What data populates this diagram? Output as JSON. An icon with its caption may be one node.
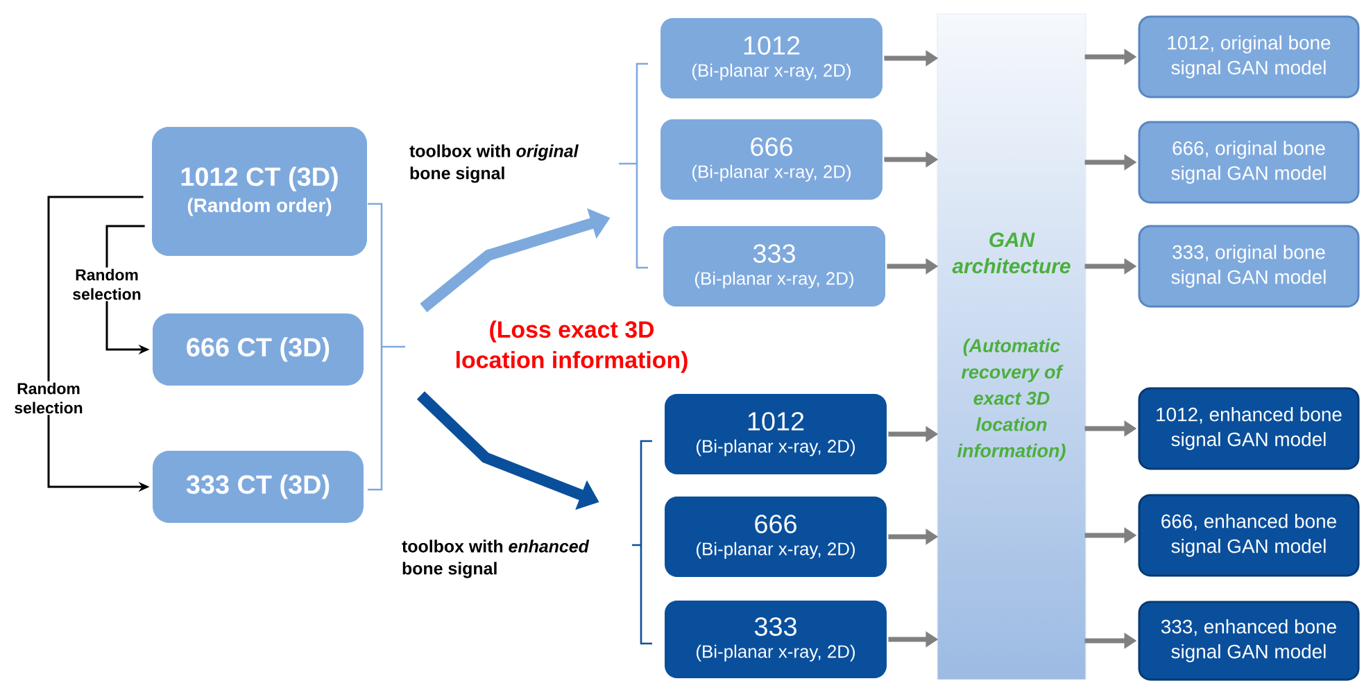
{
  "diagram": {
    "nodes": [
      {
        "text": [
          "1012 CT (3D)",
          "(Random order)"
        ]
      },
      {
        "text": [
          "666 CT (3D)"
        ]
      },
      {
        "text": [
          "333 CT (3D)"
        ]
      },
      {
        "text": [
          "1012",
          "(Bi-planar x-ray, 2D)"
        ]
      },
      {
        "text": [
          "666",
          "(Bi-planar x-ray, 2D)"
        ]
      },
      {
        "text": [
          "333",
          "(Bi-planar x-ray, 2D)"
        ]
      },
      {
        "text": [
          "1012",
          "(Bi-planar x-ray, 2D)"
        ]
      },
      {
        "text": [
          "666",
          "(Bi-planar x-ray, 2D)"
        ]
      },
      {
        "text": [
          "333",
          "(Bi-planar x-ray, 2D)"
        ]
      },
      {
        "text": [
          "GAN architecture",
          "(Automatic recovery of exact 3D location information)"
        ]
      },
      {
        "text": [
          "1012, original bone signal GAN model"
        ]
      },
      {
        "text": [
          "666, original bone signal GAN model"
        ]
      },
      {
        "text": [
          "333, original bone signal GAN model"
        ]
      },
      {
        "text": [
          "1012, enhanced bone signal GAN model"
        ]
      },
      {
        "text": [
          "666, enhanced bone signal GAN model"
        ]
      },
      {
        "text": [
          "333, enhanced bone signal GAN model"
        ]
      }
    ],
    "edges": [
      {
        "from": 0,
        "to": 1,
        "arrow": "to",
        "label": "Random selection",
        "color": "#000000"
      },
      {
        "from": 0,
        "to": 2,
        "arrow": "to",
        "label": "Random selection",
        "color": "#000000"
      },
      {
        "from": 1,
        "to": 4,
        "arrow": "to",
        "label": "toolbox with *original* bone signal",
        "style": "thick",
        "color": "#7ea9dd"
      },
      {
        "from": 1,
        "to": 7,
        "arrow": "to",
        "label": "toolbox with *enhanced* bone signal",
        "style": "thick",
        "color": "#0a4f9c"
      },
      {
        "from": 3,
        "to": 9,
        "arrow": "to"
      },
      {
        "from": 4,
        "to": 9,
        "arrow": "to"
      },
      {
        "from": 5,
        "to": 9,
        "arrow": "to"
      },
      {
        "from": 6,
        "to": 9,
        "arrow": "to"
      },
      {
        "from": 7,
        "to": 9,
        "arrow": "to"
      },
      {
        "from": 8,
        "to": 9,
        "arrow": "to"
      },
      {
        "from": 9,
        "to": 10,
        "arrow": "to"
      },
      {
        "from": 9,
        "to": 11,
        "arrow": "to"
      },
      {
        "from": 9,
        "to": 12,
        "arrow": "to"
      },
      {
        "from": 9,
        "to": 13,
        "arrow": "to"
      },
      {
        "from": 9,
        "to": 14,
        "arrow": "to"
      },
      {
        "from": 9,
        "to": 15,
        "arrow": "to"
      }
    ],
    "labels": [
      "(Loss exact 3D location information)"
    ]
  }
}
